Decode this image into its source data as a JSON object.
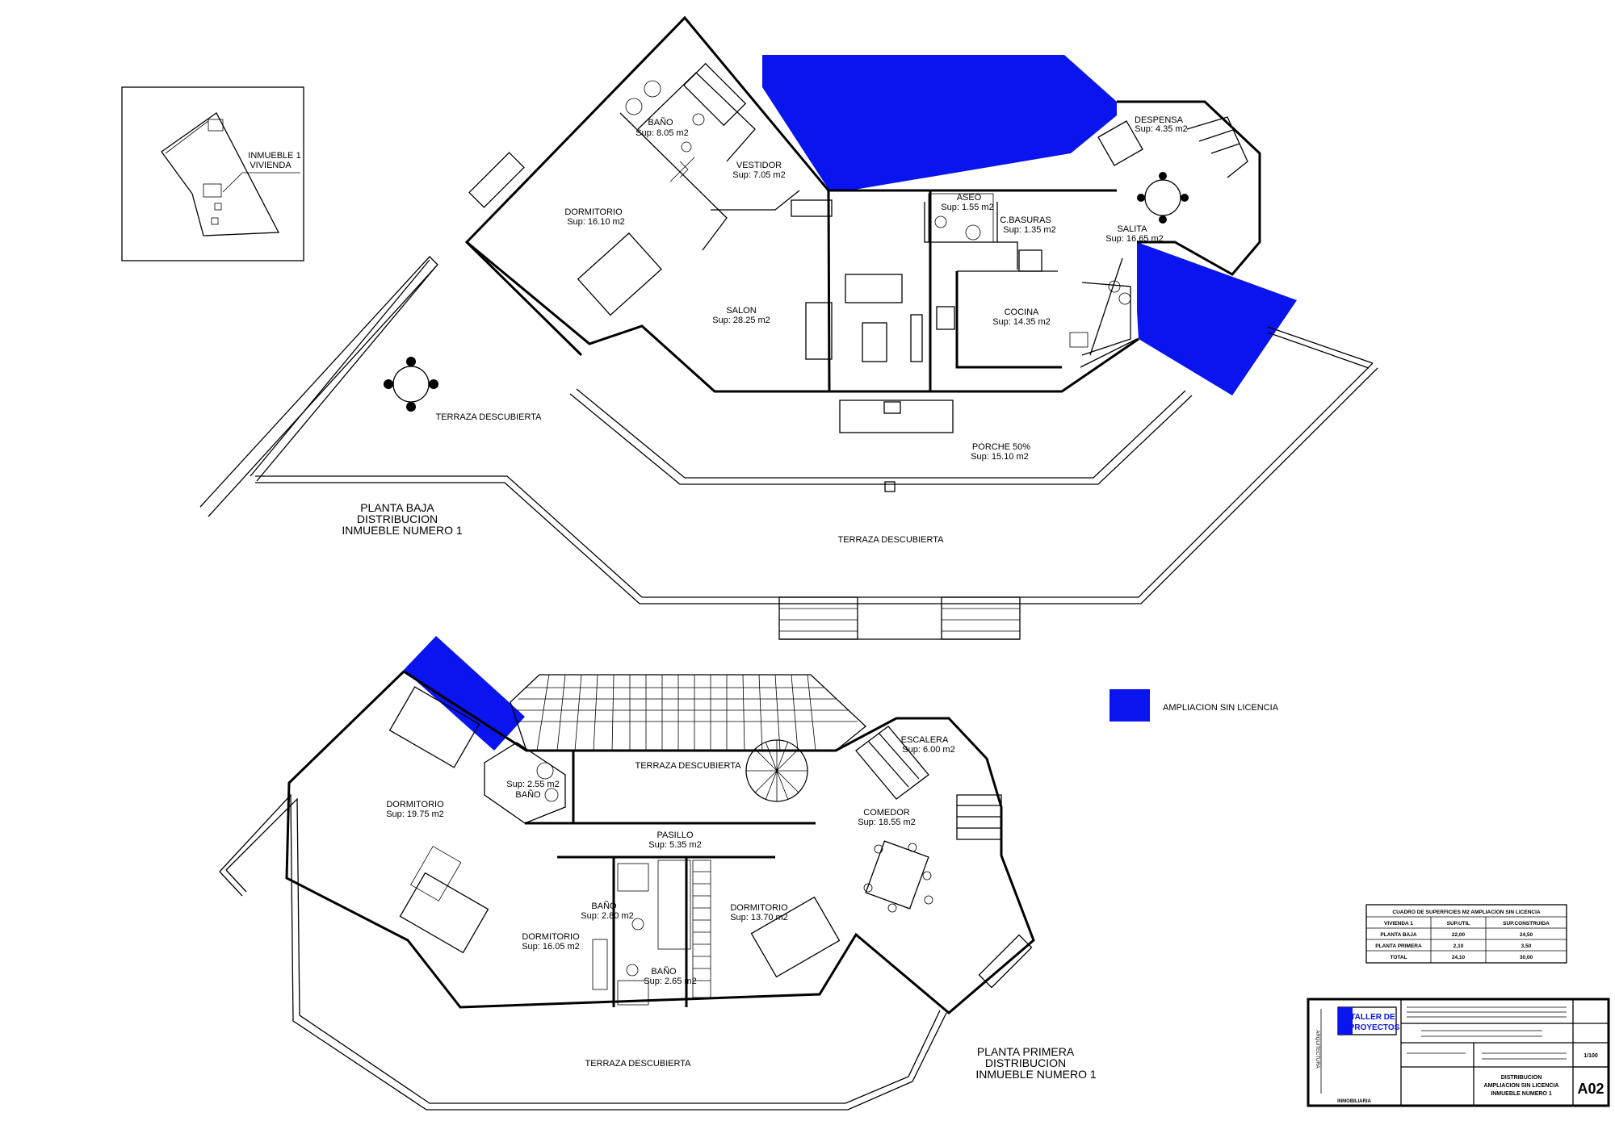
{
  "colors": {
    "unlicensed": "#0a14ee",
    "ink": "#000000"
  },
  "location": {
    "label_1": "INMUEBLE 1",
    "label_2": "VIVIENDA"
  },
  "ground_floor": {
    "title_1": "PLANTA BAJA",
    "title_2": "DISTRIBUCION",
    "title_3": "INMUEBLE NUMERO 1",
    "rooms": {
      "bano": {
        "name": "BAÑO",
        "area": "Sup:  8.05   m2"
      },
      "vestidor": {
        "name": "VESTIDOR",
        "area": "Sup:  7.05   m2"
      },
      "dormitorio": {
        "name": "DORMITORIO",
        "area": "Sup:  16.10    m2"
      },
      "despensa": {
        "name": "DESPENSA",
        "area": "Sup:  4.35    m2"
      },
      "aseo": {
        "name": "ASEO",
        "area": "Sup:  1.55     m2"
      },
      "cbasuras": {
        "name": "C.BASURAS",
        "area": "Sup:  1.35     m2"
      },
      "salita": {
        "name": "SALITA",
        "area": "Sup:  16.65   m2"
      },
      "salon": {
        "name": "SALON",
        "area": "Sup:  28.25   m2"
      },
      "cocina": {
        "name": "COCINA",
        "area": "Sup:  14.35   m2"
      },
      "porche": {
        "name": "PORCHE 50%",
        "area": "Sup:  15.10    m2"
      },
      "terraza_left": {
        "name": "TERRAZA DESCUBIERTA"
      },
      "terraza_bottom": {
        "name": "TERRAZA DESCUBIERTA"
      }
    }
  },
  "first_floor": {
    "title_1": "PLANTA PRIMERA",
    "title_2": "DISTRIBUCION",
    "title_3": "INMUEBLE NUMERO 1",
    "rooms": {
      "terraza_top": {
        "name": "TERRAZA DESCUBIERTA"
      },
      "escalera": {
        "name": "ESCALERA",
        "area": "Sup:  6.00    m2"
      },
      "dormitorio_left": {
        "name": "DORMITORIO",
        "area": "Sup:  19.75   m2"
      },
      "bano_small": {
        "name": "BAÑO",
        "area": "Sup:  2.55    m2"
      },
      "pasillo": {
        "name": "PASILLO",
        "area": "Sup:  5.35    m2"
      },
      "comedor": {
        "name": "COMEDOR",
        "area": "Sup:  18.55   m2"
      },
      "bano_mid": {
        "name": "BAÑO",
        "area": "Sup:  2.80    m2"
      },
      "dormitorio_mid": {
        "name": "DORMITORIO",
        "area": "Sup:  16.05   m2"
      },
      "dormitorio_right": {
        "name": "DORMITORIO",
        "area": "Sup:  13.70   m2"
      },
      "bano_low": {
        "name": "BAÑO",
        "area": "Sup:  2.65    m2"
      },
      "terraza_bottom": {
        "name": "TERRAZA DESCUBIERTA"
      }
    }
  },
  "legend": {
    "label": "AMPLIACION SIN LICENCIA"
  },
  "surface_table": {
    "title": "CUADRO DE SUPERFICIES  M2 AMPLIACION SIN LICENCIA",
    "headers": [
      "VIVIENDA 1",
      "SUP.UTIL",
      "SUP.CONSTRUIDA"
    ],
    "rows": [
      [
        "PLANTA BAJA",
        "22,00",
        "24,50"
      ],
      [
        "PLANTA PRIMERA",
        "2,10",
        "3,50"
      ],
      [
        "TOTAL",
        "24,10",
        "30,00"
      ]
    ]
  },
  "title_block": {
    "firm_1": "TALLER DE",
    "firm_2": "PROYECTOS",
    "side_text": "ARQUITECTURA",
    "bottom_text": "INMOBILIARIA",
    "sheet_code": "A02",
    "scale": "1/100",
    "plan_title_1": "DISTRIBUCION",
    "plan_title_2": "AMPLIACION SIN LICENCIA",
    "plan_title_3": "INMUEBLE NUMERO 1"
  }
}
